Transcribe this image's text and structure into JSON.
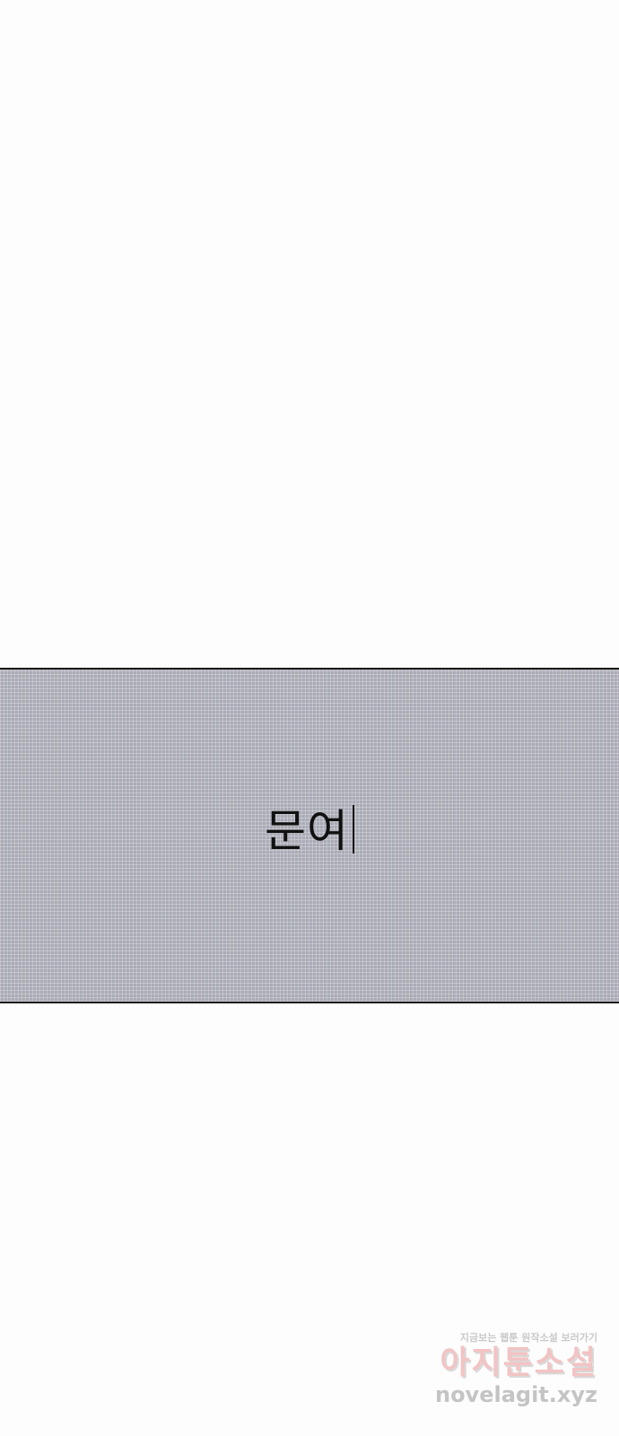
{
  "panel": {
    "text": "문여"
  },
  "watermark": {
    "line1": "지금보는 웹툰 원작소설 보러가기",
    "brand": "아지툰소설",
    "url": "novelagit.xyz"
  },
  "colors": {
    "background": "#fdfdfd",
    "panel_fill": "#a9adb8",
    "panel_border": "#1a1a1a",
    "text": "#111111",
    "watermark_brand": "#f2c4c4"
  }
}
